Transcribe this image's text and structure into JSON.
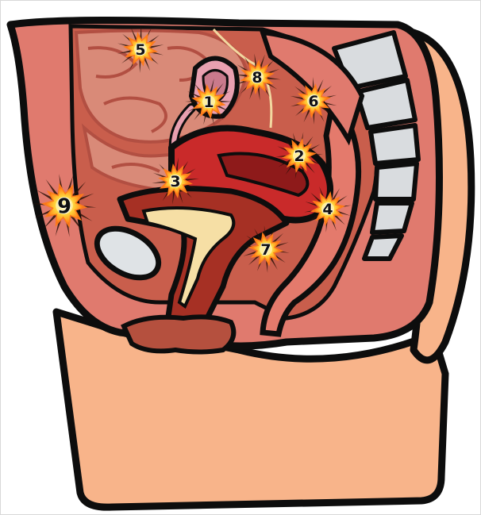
{
  "colors": {
    "outline": "#0d0d0d",
    "skin": "#f8b48a",
    "abdominal_wall": "#e07a6e",
    "cavity": "#c95e4c",
    "intestine": "#d98a78",
    "intestine_fold": "#b24f42",
    "uterus": "#c92a2a",
    "uterus_dark": "#8e1a1a",
    "vagina": "#a63024",
    "vagina_lining": "#f6dfa5",
    "ovary": "#e9a0b0",
    "bladder": "#dfe3e6",
    "spine": "#d9dcdf",
    "ligament": "#f2d8a0",
    "labia": "#b5503e",
    "rectum": "#e47a6c",
    "marker_center": "#fff0a0",
    "marker_core": "#ffd23a",
    "marker_ring": "#ff7b1a",
    "marker_spikes": "#2a1208"
  },
  "markers": [
    {
      "id": "marker-1",
      "label": "1"
    },
    {
      "id": "marker-2",
      "label": "2"
    },
    {
      "id": "marker-3",
      "label": "3"
    },
    {
      "id": "marker-4",
      "label": "4"
    },
    {
      "id": "marker-5",
      "label": "5"
    },
    {
      "id": "marker-6",
      "label": "6"
    },
    {
      "id": "marker-7",
      "label": "7"
    },
    {
      "id": "marker-8",
      "label": "8"
    },
    {
      "id": "marker-9",
      "label": "9"
    }
  ]
}
